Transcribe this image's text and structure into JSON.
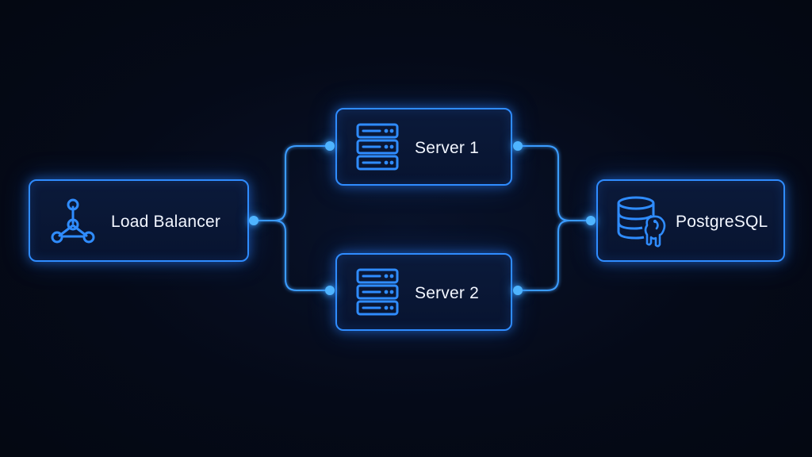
{
  "diagram": {
    "nodes": {
      "load_balancer": {
        "label": "Load Balancer",
        "icon": "network-nodes-icon"
      },
      "server_1": {
        "label": "Server 1",
        "icon": "server-rack-icon"
      },
      "server_2": {
        "label": "Server 2",
        "icon": "server-rack-icon"
      },
      "postgres": {
        "label": "PostgreSQL",
        "icon": "database-elephant-icon"
      }
    },
    "edges": [
      {
        "from": "load_balancer",
        "to": "server_1"
      },
      {
        "from": "load_balancer",
        "to": "server_2"
      },
      {
        "from": "server_1",
        "to": "postgres"
      },
      {
        "from": "server_2",
        "to": "postgres"
      }
    ]
  },
  "colors": {
    "background": "#050a18",
    "accent": "#2f8cff",
    "glow": "#4fb4ff",
    "text": "#f2f6ff"
  }
}
